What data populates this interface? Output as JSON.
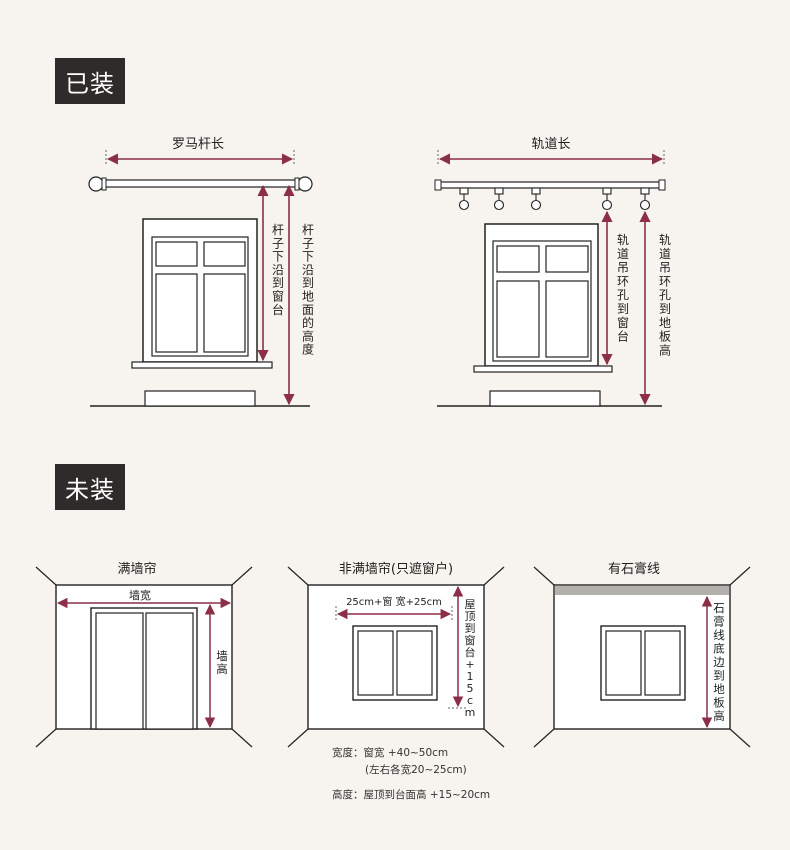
{
  "sections": {
    "installed": "已装",
    "not_installed": "未装"
  },
  "rod_diagram": {
    "title": "罗马杆长",
    "label_sill": "杆子下沿到窗台",
    "label_floor": "杆子下沿到地面的高度"
  },
  "track_diagram": {
    "title": "轨道长",
    "label_sill": "轨道吊环孔到窗台",
    "label_floor": "轨道吊环孔到地板高"
  },
  "full_wall": {
    "title": "满墙帘",
    "width_label": "墙宽",
    "height_label": "墙高"
  },
  "partial_wall": {
    "title": "非满墙帘(只遮窗户)",
    "width_label": "25cm+窗 宽+25cm",
    "height_label": "屋顶到窗台+15cm"
  },
  "gypsum": {
    "title": "有石膏线",
    "height_label": "石膏线底边到地板高"
  },
  "notes": {
    "width_label": "宽度：",
    "width_value": "窗宽 +40~50cm",
    "width_sub": "(左右各宽20~25cm)",
    "height_label": "高度：",
    "height_value": "屋顶到台面高 +15~20cm"
  },
  "colors": {
    "background": "#f7f3ee",
    "badge": "#2e2b2a",
    "arrow": "#8b2e48",
    "line": "#222222"
  }
}
